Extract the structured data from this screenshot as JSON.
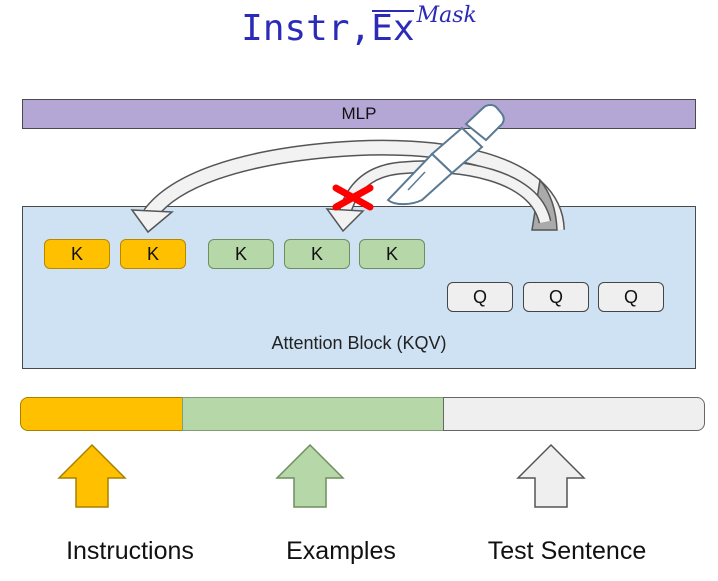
{
  "title": {
    "main": "Instr,",
    "masked": "Ex",
    "superscript": "Mask"
  },
  "mlp": {
    "label": "MLP"
  },
  "attention_block": {
    "label": "Attention Block (KQV)",
    "instruction_keys": [
      "K",
      "K"
    ],
    "example_keys": [
      "K",
      "K",
      "K"
    ],
    "queries": [
      "Q",
      "Q",
      "Q"
    ]
  },
  "bottom": {
    "instructions_label": "Instructions",
    "examples_label": "Examples",
    "test_label": "Test Sentence"
  },
  "colors": {
    "instruction": "#ffc000",
    "example": "#b6d7a8",
    "test": "#efefef",
    "mlp": "#b4a7d6",
    "attention": "#cfe2f3",
    "mask_cross": "#ff0000",
    "title": "#2b2bb8"
  },
  "icons": {
    "knife": "knife-icon",
    "cross": "red-x-icon"
  }
}
